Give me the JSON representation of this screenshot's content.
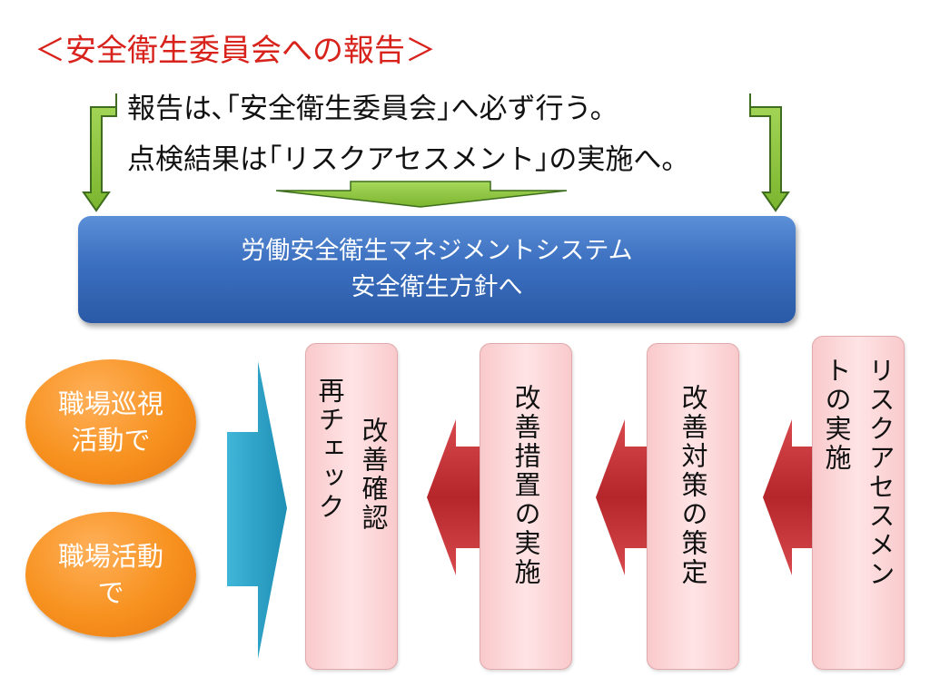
{
  "title": "＜安全衛生委員会への報告＞",
  "messages": {
    "line1": "報告は､｢安全衛生委員会｣へ必ず行う。",
    "line2": "点検結果は｢リスクアセスメント｣の実施へ。"
  },
  "banner": {
    "line1": "労働安全衛生マネジメントシステム",
    "line2": "安全衛生方針へ"
  },
  "inputs": [
    {
      "line1": "職場巡視",
      "line2": "活動で"
    },
    {
      "line1": "職場活動",
      "line2": "で"
    }
  ],
  "steps": {
    "recheck": {
      "col1": "改善確認",
      "col2": "再チェック"
    },
    "implement": {
      "col1": "改善措置の実施"
    },
    "plan": {
      "col1": "改善対策の策定"
    },
    "risk": {
      "col1": "リスクアセスメン",
      "col2": "トの実施"
    }
  },
  "colors": {
    "title": "#d8231c",
    "banner": "#3b6fc0",
    "green_arrow": "#8cc63f",
    "orange": "#f7911e",
    "pink": "#fbd0d2",
    "red_arrow": "#c0393d",
    "teal_arrow": "#2aa3c8"
  }
}
